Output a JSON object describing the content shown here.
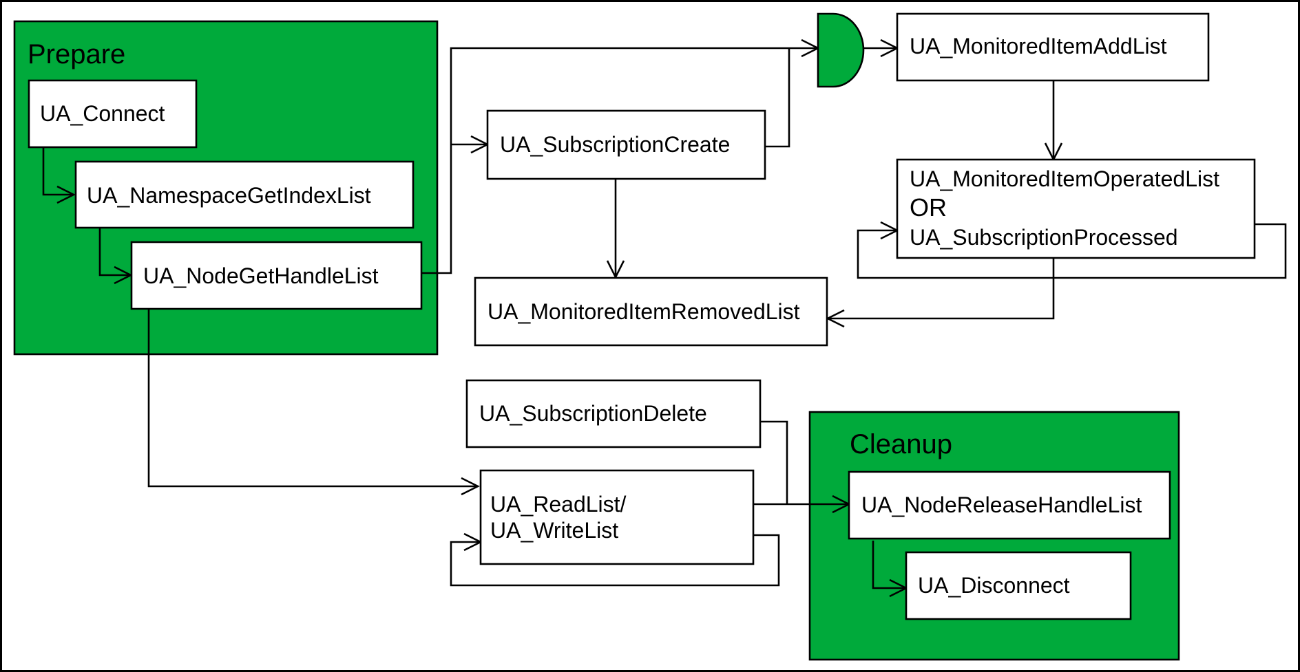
{
  "colors": {
    "group_fill": "#00AA3B",
    "line": "#000000",
    "box_fill": "#FFFFFF"
  },
  "groups": {
    "prepare": {
      "title": "Prepare"
    },
    "cleanup": {
      "title": "Cleanup"
    }
  },
  "nodes": {
    "connect": "UA_Connect",
    "namespace_get_index_list": "UA_NamespaceGetIndexList",
    "node_get_handle_list": "UA_NodeGetHandleList",
    "subscription_create": "UA_SubscriptionCreate",
    "monitored_item_add_list": "UA_MonitoredItemAddList",
    "monitored_item_operated_list": "UA_MonitoredItemOperatedList",
    "or_label": "OR",
    "subscription_processed": "UA_SubscriptionProcessed",
    "monitored_item_removed_list": "UA_MonitoredItemRemovedList",
    "subscription_delete": "UA_SubscriptionDelete",
    "read_list": "UA_ReadList/",
    "write_list": "UA_WriteList",
    "node_release_handle_list": "UA_NodeReleaseHandleList",
    "disconnect": "UA_Disconnect"
  }
}
